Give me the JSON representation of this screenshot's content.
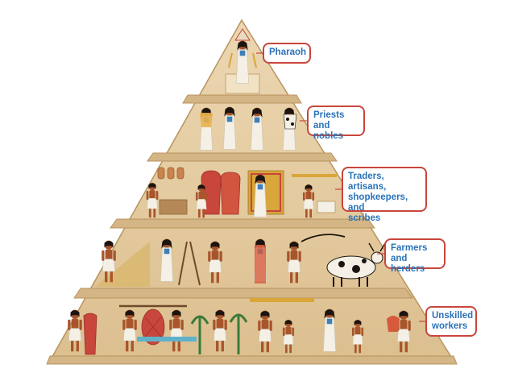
{
  "diagram": {
    "levels": [
      {
        "label": "Pharaoh"
      },
      {
        "label": "Priests and\nnobles"
      },
      {
        "label": "Traders, artisans,\nshopkeepers, and\nscribes"
      },
      {
        "label": "Farmers and\nherders"
      },
      {
        "label": "Unskilled\nworkers"
      }
    ]
  },
  "colors": {
    "pyramid_stone": "#e7cfa6",
    "pyramid_stone_dark": "#d4b585",
    "band_outline": "#b8945e",
    "label_border": "#c8463c",
    "label_text": "#2a73b8",
    "skin": "#a8552c",
    "hair": "#1c1410",
    "linen": "#f4f0e6"
  }
}
